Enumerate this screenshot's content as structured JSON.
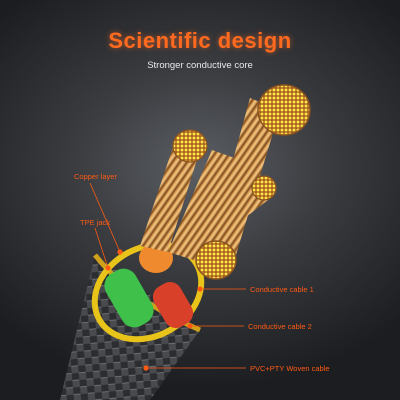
{
  "header": {
    "title": "Scientific design",
    "subtitle": "Stronger conductive core"
  },
  "labels": {
    "copper_layer": "Copper layer",
    "tpe_jack": "TPE jack",
    "conductive_cable_1": "Conductive cable 1",
    "conductive_cable_2": "Conductive cable 2",
    "woven_cable": "PVC+PTY Woven cable"
  },
  "colors": {
    "accent": "#ff6a1f",
    "copper": "#c9873f",
    "copper_light": "#f2c27a",
    "core_yellow": "#ffe23a",
    "green_core": "#4fd14c",
    "red_core": "#e0462a",
    "orange_core": "#f08a2e",
    "jacket_yellow": "#e8c319",
    "braid_dark": "#2a2b2d"
  }
}
